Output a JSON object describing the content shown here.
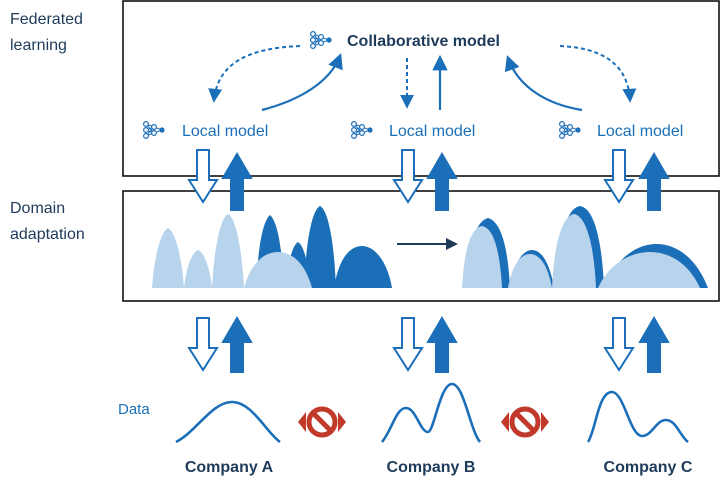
{
  "labels": {
    "federated": [
      "Federated",
      "learning"
    ],
    "domain": [
      "Domain",
      "adaptation"
    ],
    "collaborative_model": "Collaborative model",
    "local_model": "Local model",
    "data": "Data",
    "companies": [
      "Company A",
      "Company B",
      "Company C"
    ]
  },
  "colors": {
    "dark_blue": "#1b6fb8",
    "light_blue": "#b8d3ec",
    "navy": "#1f3b5a",
    "prohibit_red": "#c0392b"
  }
}
